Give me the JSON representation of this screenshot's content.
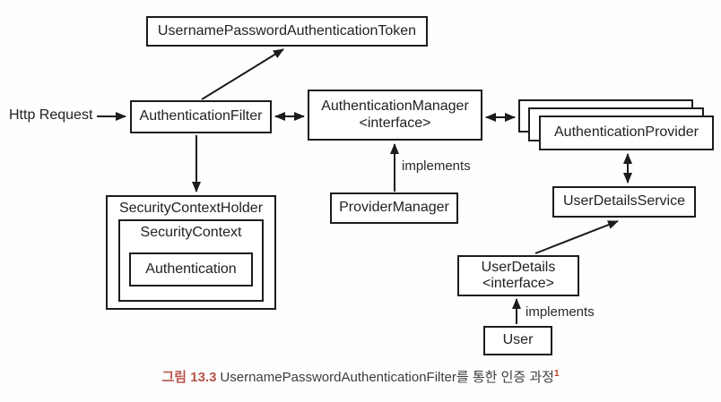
{
  "nodes": {
    "token": "UsernamePasswordAuthenticationToken",
    "http_request": "Http Request",
    "authentication_filter": "AuthenticationFilter",
    "authentication_manager_line1": "AuthenticationManager",
    "authentication_manager_line2": "<interface>",
    "provider_manager": "ProviderManager",
    "authentication_provider": "AuthenticationProvider",
    "user_details_service": "UserDetailsService",
    "security_context_holder": "SecurityContextHolder",
    "security_context": "SecurityContext",
    "authentication": "Authentication",
    "user_details_line1": "UserDetails",
    "user_details_line2": "<interface>",
    "user": "User",
    "implements_left": "implements",
    "implements_right": "implements"
  },
  "caption": {
    "label": "그림 13.3",
    "text": "UsernamePasswordAuthenticationFilter를 통한 인증 과정",
    "footnote": "1",
    "label_color": "#b5544a",
    "footnote_color": "#c0392b",
    "text_color": "#3d3d3d"
  },
  "colors": {
    "line": "#1c1c1c",
    "background": "#fefefe"
  }
}
